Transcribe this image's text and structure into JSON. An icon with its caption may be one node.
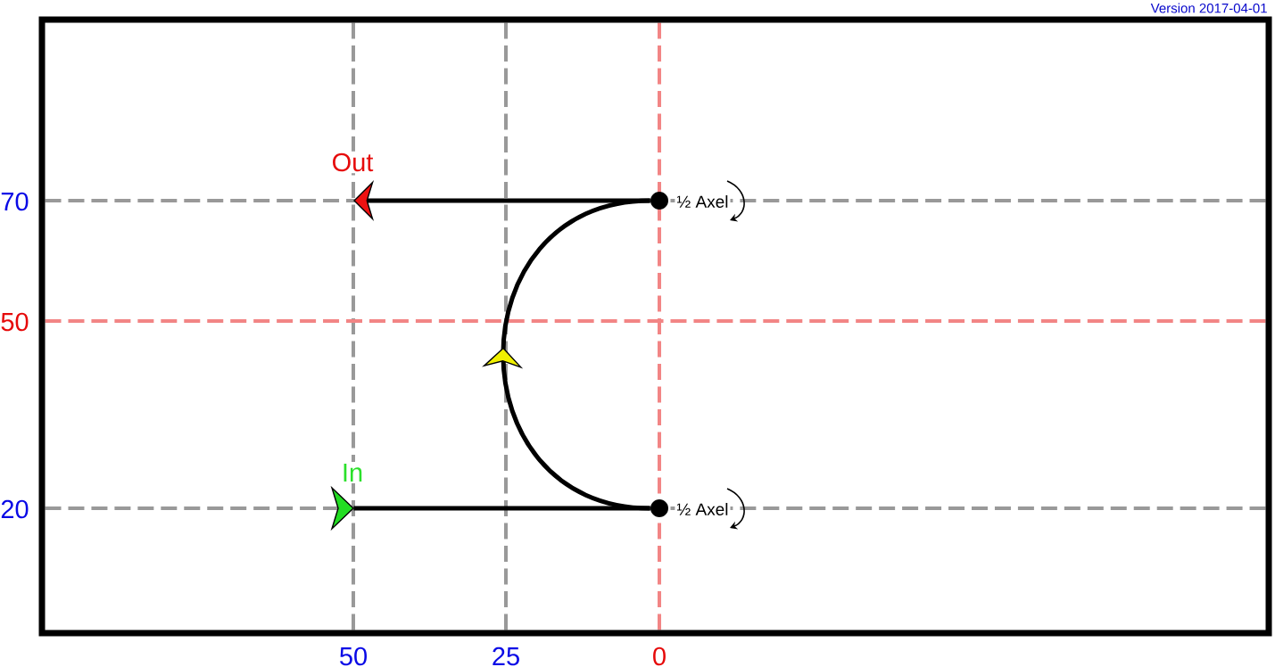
{
  "diagram": {
    "nodes": [
      {
        "text": [],
        "shape": "circle",
        "beside": [
          "½ Axel"
        ]
      },
      {
        "text": [],
        "shape": "triangle",
        "beside": [
          "In"
        ]
      },
      {
        "text": [],
        "shape": "circle",
        "beside": [
          "½ Axel"
        ]
      }
    ],
    "edges": [
      {
        "from": 1,
        "to": 2,
        "arrow": "none"
      },
      {
        "from": 2,
        "to": 0,
        "arrow": "to"
      },
      {
        "from": 0,
        "to": null,
        "arrow": "to"
      }
    ],
    "labels": [
      "Version 2017-04-01",
      "Out",
      "70",
      "50",
      "20",
      "50",
      "25",
      "0"
    ]
  }
}
